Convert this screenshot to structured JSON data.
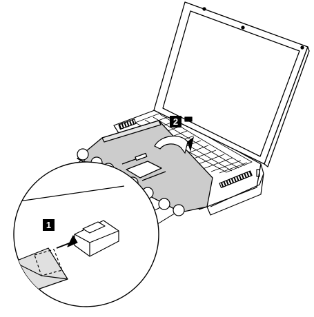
{
  "steps": [
    {
      "id": "1",
      "label": "1"
    },
    {
      "id": "2",
      "label": "2"
    }
  ],
  "colors": {
    "line": "#000000",
    "panel_fill": "#cccccc",
    "background": "#ffffff"
  },
  "callout_count": 7
}
